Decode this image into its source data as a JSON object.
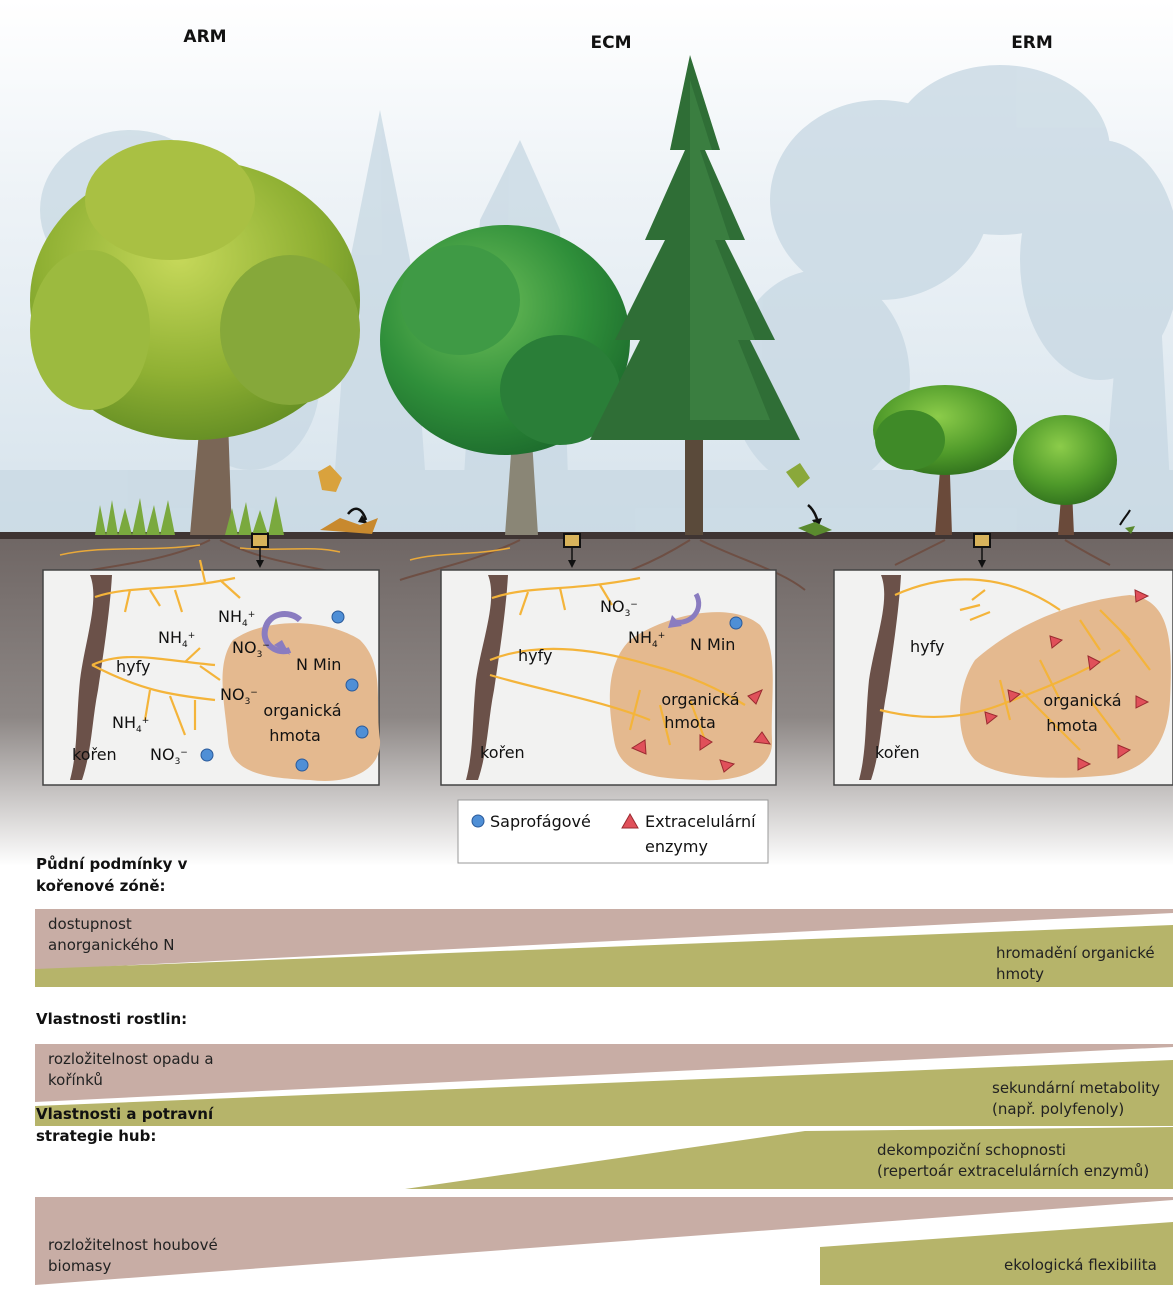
{
  "columns": [
    {
      "title": "ARM"
    },
    {
      "title": "ECM"
    },
    {
      "title": "ERM"
    }
  ],
  "panels": {
    "arm": {
      "hyphae": "hyfy",
      "root": "kořen",
      "n_min": "N Min",
      "organic": "organická\nhmota",
      "nh4": "NH",
      "no3": "NO"
    },
    "ecm": {
      "hyphae": "hyfy",
      "root": "kořen",
      "n_min": "N Min",
      "organic": "organická\nhmota",
      "nh4": "NH",
      "no3": "NO"
    },
    "erm": {
      "hyphae": "hyfy",
      "root": "kořen",
      "organic": "organická\nhmota"
    }
  },
  "legend": {
    "saprotrophs": "Saprofágové",
    "enzymes": "Extracelulární\nenzymy"
  },
  "sections": {
    "soil": "Půdní podmínky v\nkořenové zóně:",
    "plants": "Vlastnosti rostlin:",
    "fungi": "Vlastnosti a potravní\nstrategie hub:"
  },
  "gradients": {
    "inorganic_n": "dostupnost\nanorganického N",
    "organic_accum": "hromadění organické\nhmoty",
    "litter_decomp": "rozložitelnost opadu a\nkořínků",
    "secondary_met": "sekundární metabolity\n(např. polyfenoly)",
    "decomp_ability": "dekompoziční schopnosti\n(repertoár extracelulárních enzymů)",
    "fungal_biomass": "rozložitelnost houbové\nbiomasy",
    "eco_flex": "ekologická flexibilita"
  },
  "colors": {
    "taupe": "#c8ada5",
    "olive": "#b6b46a",
    "hypha": "#f4b43a",
    "organic": "#e4b98f",
    "saprotroph": "#4f8fd6",
    "enzyme": "#e0505a",
    "soil": "#6e6563"
  }
}
